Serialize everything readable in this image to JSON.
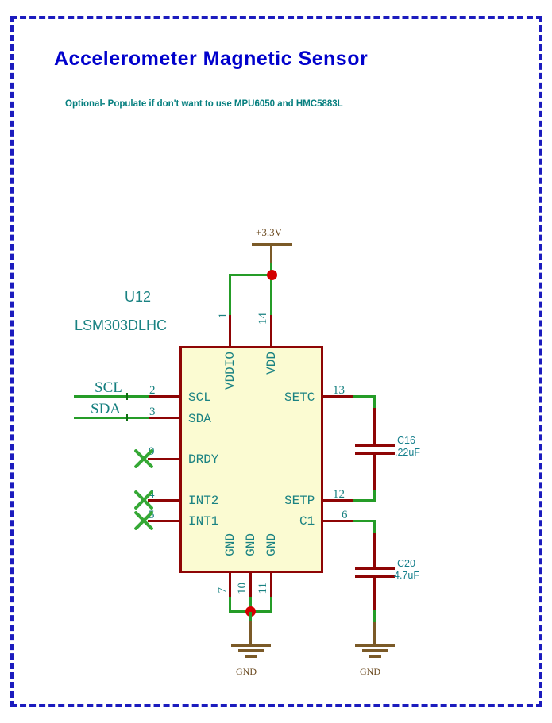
{
  "page": {
    "title": "Accelerometer Magnetic Sensor",
    "subtitle": "Optional- Populate if don't want to use MPU6050 and HMC5883L"
  },
  "component": {
    "refdes": "U12",
    "part": "LSM303DLHC",
    "pins": {
      "top": [
        {
          "num": "1",
          "name": "VDDIO"
        },
        {
          "num": "14",
          "name": "VDD"
        }
      ],
      "left": [
        {
          "num": "2",
          "name": "SCL"
        },
        {
          "num": "3",
          "name": "SDA"
        },
        {
          "num": "9",
          "name": "DRDY"
        },
        {
          "num": "4",
          "name": "INT2"
        },
        {
          "num": "5",
          "name": "INT1"
        }
      ],
      "right": [
        {
          "num": "13",
          "name": "SETC"
        },
        {
          "num": "12",
          "name": "SETP"
        },
        {
          "num": "6",
          "name": "C1"
        }
      ],
      "bottom": [
        {
          "num": "7",
          "name": "GND"
        },
        {
          "num": "10",
          "name": "GND"
        },
        {
          "num": "11",
          "name": "GND"
        }
      ]
    }
  },
  "nets": {
    "power": "+3.3V",
    "scl": "SCL",
    "sda": "SDA",
    "gnd1": "GND",
    "gnd2": "GND"
  },
  "capacitors": [
    {
      "refdes": "C16",
      "value": ".22uF"
    },
    {
      "refdes": "C20",
      "value": "4.7uF"
    }
  ],
  "colors": {
    "border_blue": "#1c1cbe",
    "title_blue": "#0101cc",
    "subtitle_teal": "#067f7f",
    "label_teal": "#1a8282",
    "wire_green": "#259c28",
    "pin_dark_red": "#8e0505",
    "chip_fill": "#fbfbd2",
    "symbol_brown": "#7b5a28",
    "junction_red": "#d40000"
  }
}
